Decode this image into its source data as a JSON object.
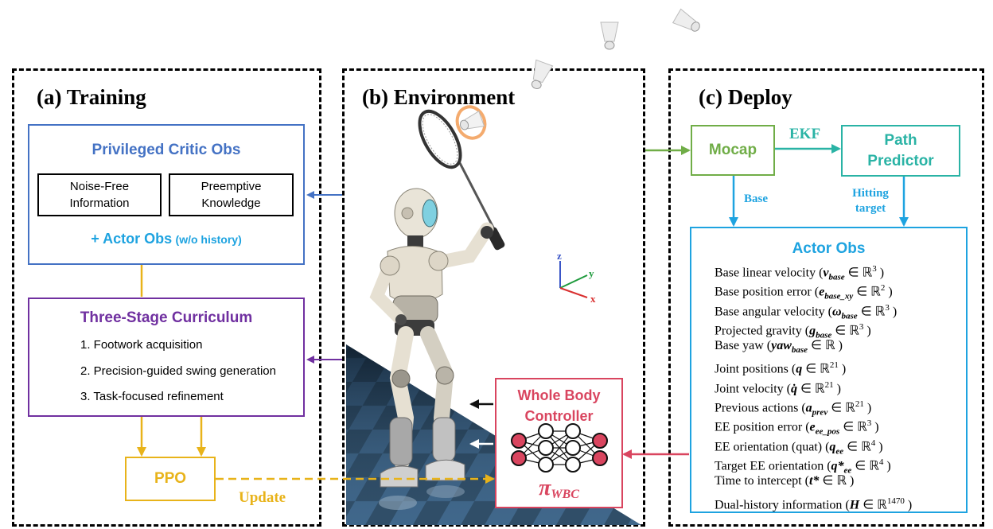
{
  "panels": {
    "training_title": "(a) Training",
    "environment_title": "(b) Environment",
    "deploy_title": "(c) Deploy"
  },
  "training": {
    "critic_title": "Privileged Critic Obs",
    "noise_free": [
      "Noise-Free",
      "Information"
    ],
    "preemptive": [
      "Preemptive",
      "Knowledge"
    ],
    "actor_plus": "+ Actor Obs",
    "actor_plus_note": "(w/o history)",
    "curriculum_title": "Three-Stage Curriculum",
    "curriculum_items": [
      "1. Footwork acquisition",
      "2. Precision-guided swing generation",
      "3. Task-focused refinement"
    ],
    "ppo": "PPO",
    "update": "Update"
  },
  "environment": {
    "controller": [
      "Whole Body",
      "Controller"
    ],
    "policy_symbol": "π",
    "policy_sub": "WBC",
    "axes": {
      "z": "z",
      "y": "y",
      "x": "x"
    }
  },
  "deploy": {
    "mocap": "Mocap",
    "ekf": "EKF",
    "path_predictor": [
      "Path",
      "Predictor"
    ],
    "base": "Base",
    "hitting_target": [
      "Hitting",
      "target"
    ],
    "actor_title": "Actor Obs",
    "actor_items": [
      {
        "name": "Base linear velocity",
        "sym": "v",
        "sub": "base",
        "space": "ℝ",
        "dim": "3"
      },
      {
        "name": "Base position error",
        "sym": "e",
        "sub": "base_xy",
        "space": "ℝ",
        "dim": "2"
      },
      {
        "name": "Base angular velocity",
        "sym": "ω",
        "sub": "base",
        "space": "ℝ",
        "dim": "3"
      },
      {
        "name": "Projected gravity",
        "sym": "g",
        "sub": "base",
        "space": "ℝ",
        "dim": "3"
      },
      {
        "name": "Base yaw",
        "sym": "yaw",
        "sub": "base",
        "space": "ℝ",
        "dim": ""
      },
      {
        "name": "Joint positions",
        "sym": "q",
        "sub": "",
        "space": "ℝ",
        "dim": "21"
      },
      {
        "name": "Joint velocity",
        "sym": "q̇",
        "sub": "",
        "space": "ℝ",
        "dim": "21"
      },
      {
        "name": "Previous actions",
        "sym": "a",
        "sub": "prev",
        "space": "ℝ",
        "dim": "21"
      },
      {
        "name": "EE position error",
        "sym": "e",
        "sub": "ee_pos",
        "space": "ℝ",
        "dim": "3"
      },
      {
        "name": "EE orientation (quat)",
        "sym": "q",
        "sub": "ee",
        "space": "ℝ",
        "dim": "4"
      },
      {
        "name": "Target EE orientation",
        "sym": "q*",
        "sub": "ee",
        "space": "ℝ",
        "dim": "4"
      },
      {
        "name": "Time to intercept",
        "sym": "t*",
        "sub": "",
        "space": "ℝ",
        "dim": ""
      },
      {
        "name": "Dual-history information",
        "sym": "H",
        "sub": "",
        "space": "ℝ",
        "dim": "1470"
      }
    ]
  },
  "colors": {
    "blue": "#4472c4",
    "sky": "#1ea3e0",
    "purple": "#7030a0",
    "gold": "#e8b31a",
    "green": "#70ad47",
    "teal": "#2ab3a5",
    "red": "#d9455f"
  }
}
